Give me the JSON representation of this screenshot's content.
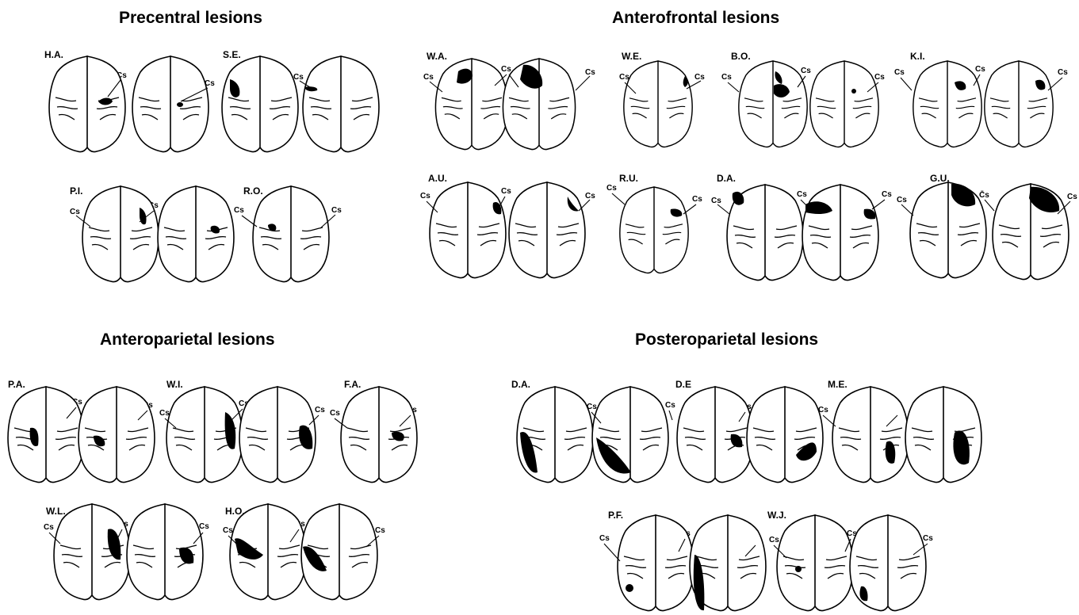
{
  "sections": {
    "precentral": "Precentral lesions",
    "anterofrontal": "Anterofrontal lesions",
    "anteroparietal": "Anteroparietal lesions",
    "posteroparietal": "Posteroparietal lesions"
  },
  "patients": {
    "ha": "H.A.",
    "se": "S.E.",
    "pi": "P.I.",
    "ro": "R.O.",
    "wa": "W.A.",
    "we": "W.E.",
    "bo": "B.O.",
    "ki": "K.I.",
    "au": "A.U.",
    "ru": "R.U.",
    "da1": "D.A.",
    "gu": "G.U.",
    "pa": "P.A.",
    "wi": "W.I.",
    "fa": "F.A.",
    "wl": "W.L.",
    "ho": "H.O.",
    "da2": "D.A.",
    "de": "D.E",
    "me": "M.E.",
    "pf": "P.F.",
    "wj": "W.J."
  },
  "sulcus_label": "Cs",
  "sulcus_label_alt": "C̄s",
  "colors": {
    "ink": "#000000",
    "paper": "#ffffff"
  }
}
